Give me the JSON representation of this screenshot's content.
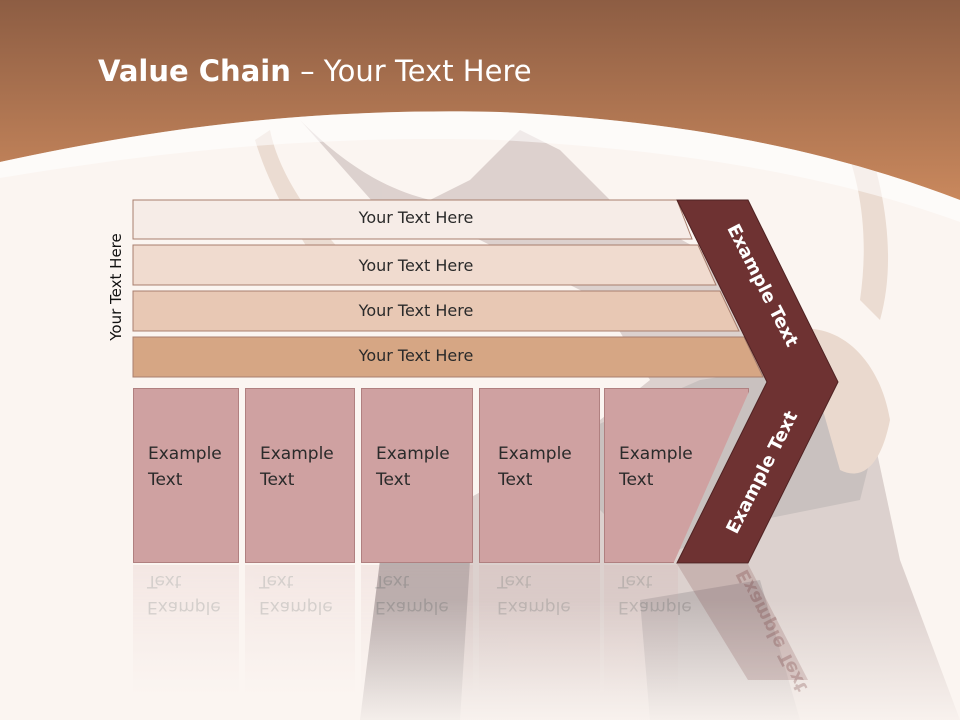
{
  "slide": {
    "title_bold": "Value Chain",
    "title_rest": " – Your Text Here",
    "side_label": "Your Text Here",
    "rows": [
      {
        "label": "Your Text Here"
      },
      {
        "label": "Your Text Here"
      },
      {
        "label": "Your Text Here"
      },
      {
        "label": "Your Text Here"
      }
    ],
    "boxes": [
      {
        "line1": "Example",
        "line2": "Text"
      },
      {
        "line1": "Example",
        "line2": "Text"
      },
      {
        "line1": "Example",
        "line2": "Text"
      },
      {
        "line1": "Example",
        "line2": "Text"
      },
      {
        "line1": "Example",
        "line2": "Text"
      }
    ],
    "chevron_top_text": "Example Text",
    "chevron_bottom_text": "Example Text"
  },
  "colors": {
    "header": "#c08058",
    "row_fills": [
      "#f6ece7",
      "#f0dbcf",
      "#e8c8b4",
      "#d6a684"
    ],
    "box_fill": "#cfa1a1",
    "chevron": "#6e3232"
  }
}
